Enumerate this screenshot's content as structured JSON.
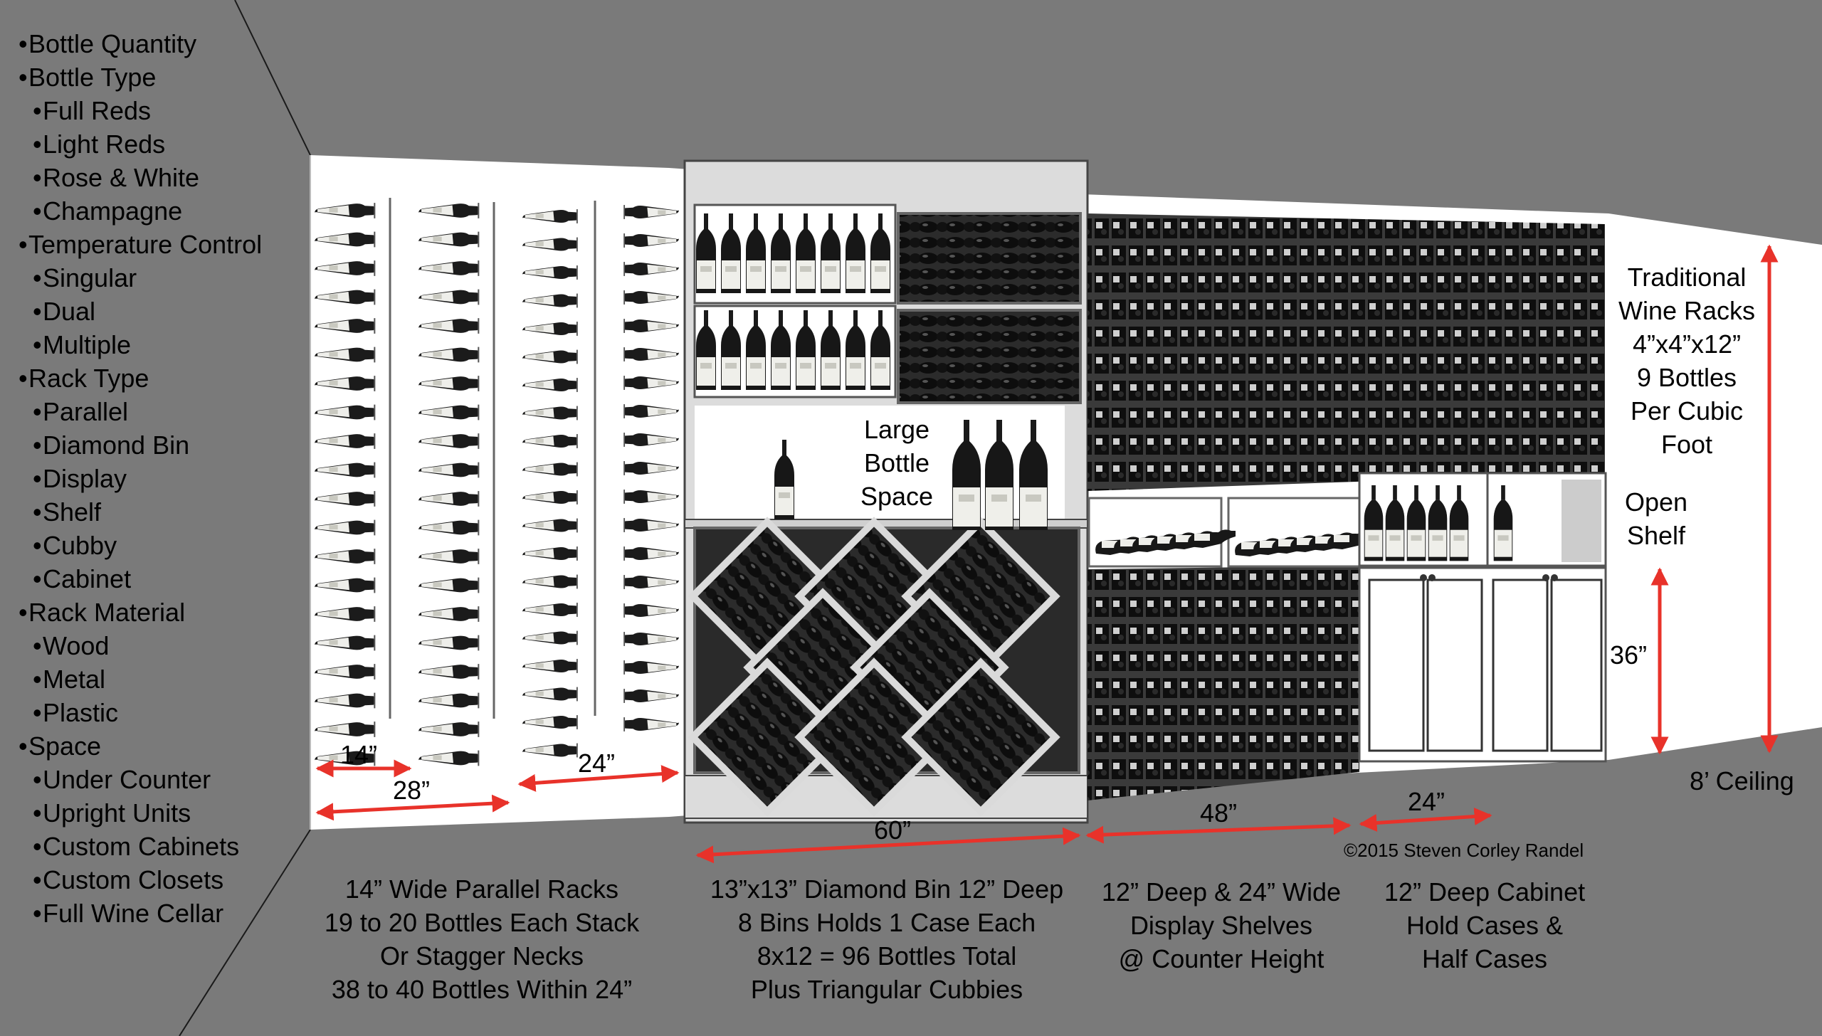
{
  "legend": {
    "items": [
      {
        "label": "Bottle Quantity",
        "level": 0
      },
      {
        "label": "Bottle Type",
        "level": 0
      },
      {
        "label": "Full Reds",
        "level": 1
      },
      {
        "label": "Light Reds",
        "level": 1
      },
      {
        "label": "Rose & White",
        "level": 1
      },
      {
        "label": "Champagne",
        "level": 1
      },
      {
        "label": "Temperature Control",
        "level": 0
      },
      {
        "label": "Singular",
        "level": 1
      },
      {
        "label": "Dual",
        "level": 1
      },
      {
        "label": "Multiple",
        "level": 1
      },
      {
        "label": "Rack Type",
        "level": 0
      },
      {
        "label": "Parallel",
        "level": 1
      },
      {
        "label": "Diamond Bin",
        "level": 1
      },
      {
        "label": "Display",
        "level": 1
      },
      {
        "label": "Shelf",
        "level": 1
      },
      {
        "label": "Cubby",
        "level": 1
      },
      {
        "label": "Cabinet",
        "level": 1
      },
      {
        "label": "Rack Material",
        "level": 0
      },
      {
        "label": "Wood",
        "level": 1
      },
      {
        "label": "Metal",
        "level": 1
      },
      {
        "label": "Plastic",
        "level": 1
      },
      {
        "label": "Space",
        "level": 0
      },
      {
        "label": "Under Counter",
        "level": 1
      },
      {
        "label": "Upright Units",
        "level": 1
      },
      {
        "label": "Custom Cabinets",
        "level": 1
      },
      {
        "label": "Custom Closets",
        "level": 1
      },
      {
        "label": "Full Wine Cellar",
        "level": 1
      }
    ]
  },
  "labels": {
    "large_bottle": [
      "Large",
      "Bottle",
      "Space"
    ],
    "traditional": [
      "Traditional",
      "Wine Racks",
      "4”x4”x12”",
      "9 Bottles",
      "Per Cubic",
      "Foot"
    ],
    "open_shelf": [
      "Open",
      "Shelf"
    ],
    "ceiling": "8’ Ceiling",
    "copyright": "©2015 Steven Corley Randel"
  },
  "dimensions": {
    "d14": "14”",
    "d28": "28”",
    "d24a": "24”",
    "d60": "60”",
    "d48": "48”",
    "d24b": "24”",
    "d36": "36”"
  },
  "captions": {
    "parallel": [
      "14” Wide Parallel Racks",
      "19 to 20 Bottles Each Stack",
      "Or Stagger Necks",
      "38 to 40 Bottles Within 24”"
    ],
    "diamond": [
      "13”x13” Diamond Bin 12” Deep",
      "8 Bins Holds 1 Case Each",
      "8x12 = 96 Bottles Total",
      "Plus Triangular Cubbies"
    ],
    "display": [
      "12” Deep & 24” Wide",
      "Display Shelves",
      "@ Counter Height"
    ],
    "cabinet": [
      "12” Deep Cabinet",
      "Hold Cases &",
      "Half Cases"
    ]
  },
  "colors": {
    "background": "#7a7a7a",
    "wall": "#ffffff",
    "dimension_arrow": "#e8322a",
    "bottle_glass": "#151515",
    "rack_frame": "#e8e8e8"
  }
}
